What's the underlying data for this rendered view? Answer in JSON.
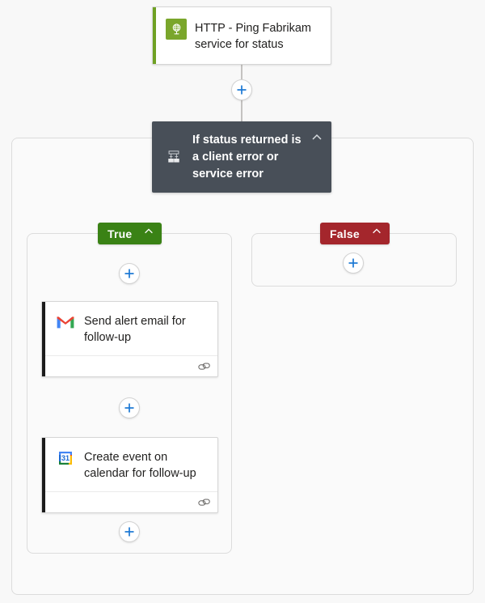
{
  "workflow": {
    "trigger": {
      "title": "HTTP - Ping Fabrikam service for status",
      "icon": "http-globe-icon",
      "accent_color": "#6fa124"
    },
    "condition": {
      "title": "If status returned is a client error or service error",
      "icon": "condition-icon",
      "collapse_icon": "chevron-up-icon",
      "background_color": "#484f58"
    },
    "branches": [
      {
        "label": "True",
        "color": "#3a8215",
        "collapse_icon": "chevron-up-icon",
        "actions": [
          {
            "title": "Send alert email for follow-up",
            "icon": "gmail-icon",
            "footer_icon": "connection-icon",
            "accent_color": "#1b1b1b"
          },
          {
            "title": "Create event on calendar for follow-up",
            "icon": "google-calendar-icon",
            "day_number": "31",
            "footer_icon": "connection-icon",
            "accent_color": "#1b1b1b"
          }
        ]
      },
      {
        "label": "False",
        "color": "#a4262c",
        "collapse_icon": "chevron-up-icon",
        "actions": []
      }
    ],
    "add_buttons": [
      {
        "name": "add-step-after-trigger"
      },
      {
        "name": "add-step-true-branch-top"
      },
      {
        "name": "add-step-true-branch-middle"
      },
      {
        "name": "add-step-true-branch-bottom"
      },
      {
        "name": "add-step-false-branch"
      }
    ],
    "canvas_background": "#f8f8f8",
    "connector_color": "#8a8886"
  }
}
